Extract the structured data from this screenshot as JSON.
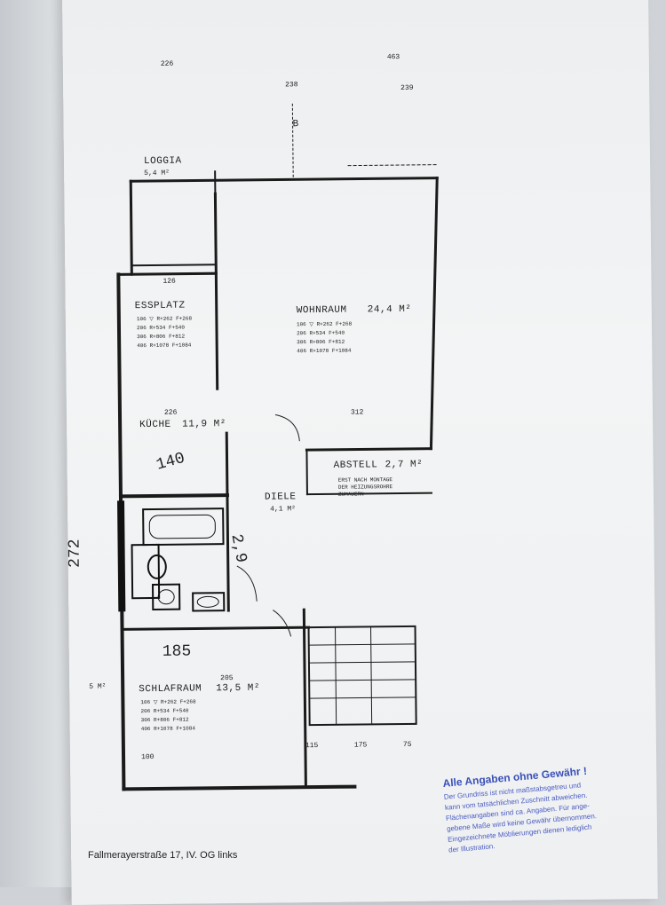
{
  "plan": {
    "rooms": {
      "loggia": "LOGGIA",
      "loggia_area": "5,4 M²",
      "essplatz": "ESSPLATZ",
      "wohnraum": "WOHNRAUM",
      "wohnraum_area": "24,4 M²",
      "kueche": "KÜCHE",
      "kueche_area": "11,9 M²",
      "abstell": "ABSTELL",
      "abstell_area": "2,7 M²",
      "diele": "DIELE",
      "diele_area": "4,1 M²",
      "schlafraum": "SCHLAFRAUM",
      "schlafraum_area": "13,5 M²",
      "left_area": "5 M²"
    },
    "dimensions": {
      "d226_top": "226",
      "d463": "463",
      "d238": "238",
      "d239": "239",
      "d126": "126",
      "d226_kitchen": "226",
      "d312": "312",
      "d100": "100",
      "d205": "205",
      "d175": "175",
      "d115": "115",
      "d75": "75",
      "d272": "272"
    },
    "notes": {
      "heizung_1": "ERST NACH MONTAGE",
      "heizung_2": "DER HEIZUNGSROHRE",
      "heizung_3": "ZUMAUERN",
      "b_marker": "B"
    },
    "level_tables": {
      "wohnraum": [
        "106 ▽ R+262  F+268",
        "206    R+534  F+540",
        "306    R+806  F+812",
        "406    R+1078 F+1084"
      ],
      "essplatz": [
        "106 ▽ R+262  F+268",
        "206    R+534  F+540",
        "306    R+806  F+812",
        "406    R+1078 F+1084"
      ],
      "schlafraum": [
        "106 ▽ R+262  F+268",
        "206    R+534  F+540",
        "306    R+806  F+812",
        "406    R+1078 F+1084"
      ]
    },
    "handwritten": {
      "kitchen": "140",
      "hall": "2,9",
      "bedroom": "185",
      "margin": "272"
    }
  },
  "footer": {
    "address": "Fallmerayerstraße 17, IV. OG links"
  },
  "disclaimer": {
    "title": "Alle Angaben ohne Gewähr !",
    "line1": "Der Grundriss ist nicht maßstabsgetreu und",
    "line2": "kann vom tatsächlichen Zuschnitt abweichen.",
    "line3": "Flächenangaben sind ca. Angaben. Für ange-",
    "line4": "gebene Maße wird keine Gewähr übernommen.",
    "line5": "Eingezeichnete Möblierungen dienen lediglich",
    "line6": "der Illustration."
  }
}
